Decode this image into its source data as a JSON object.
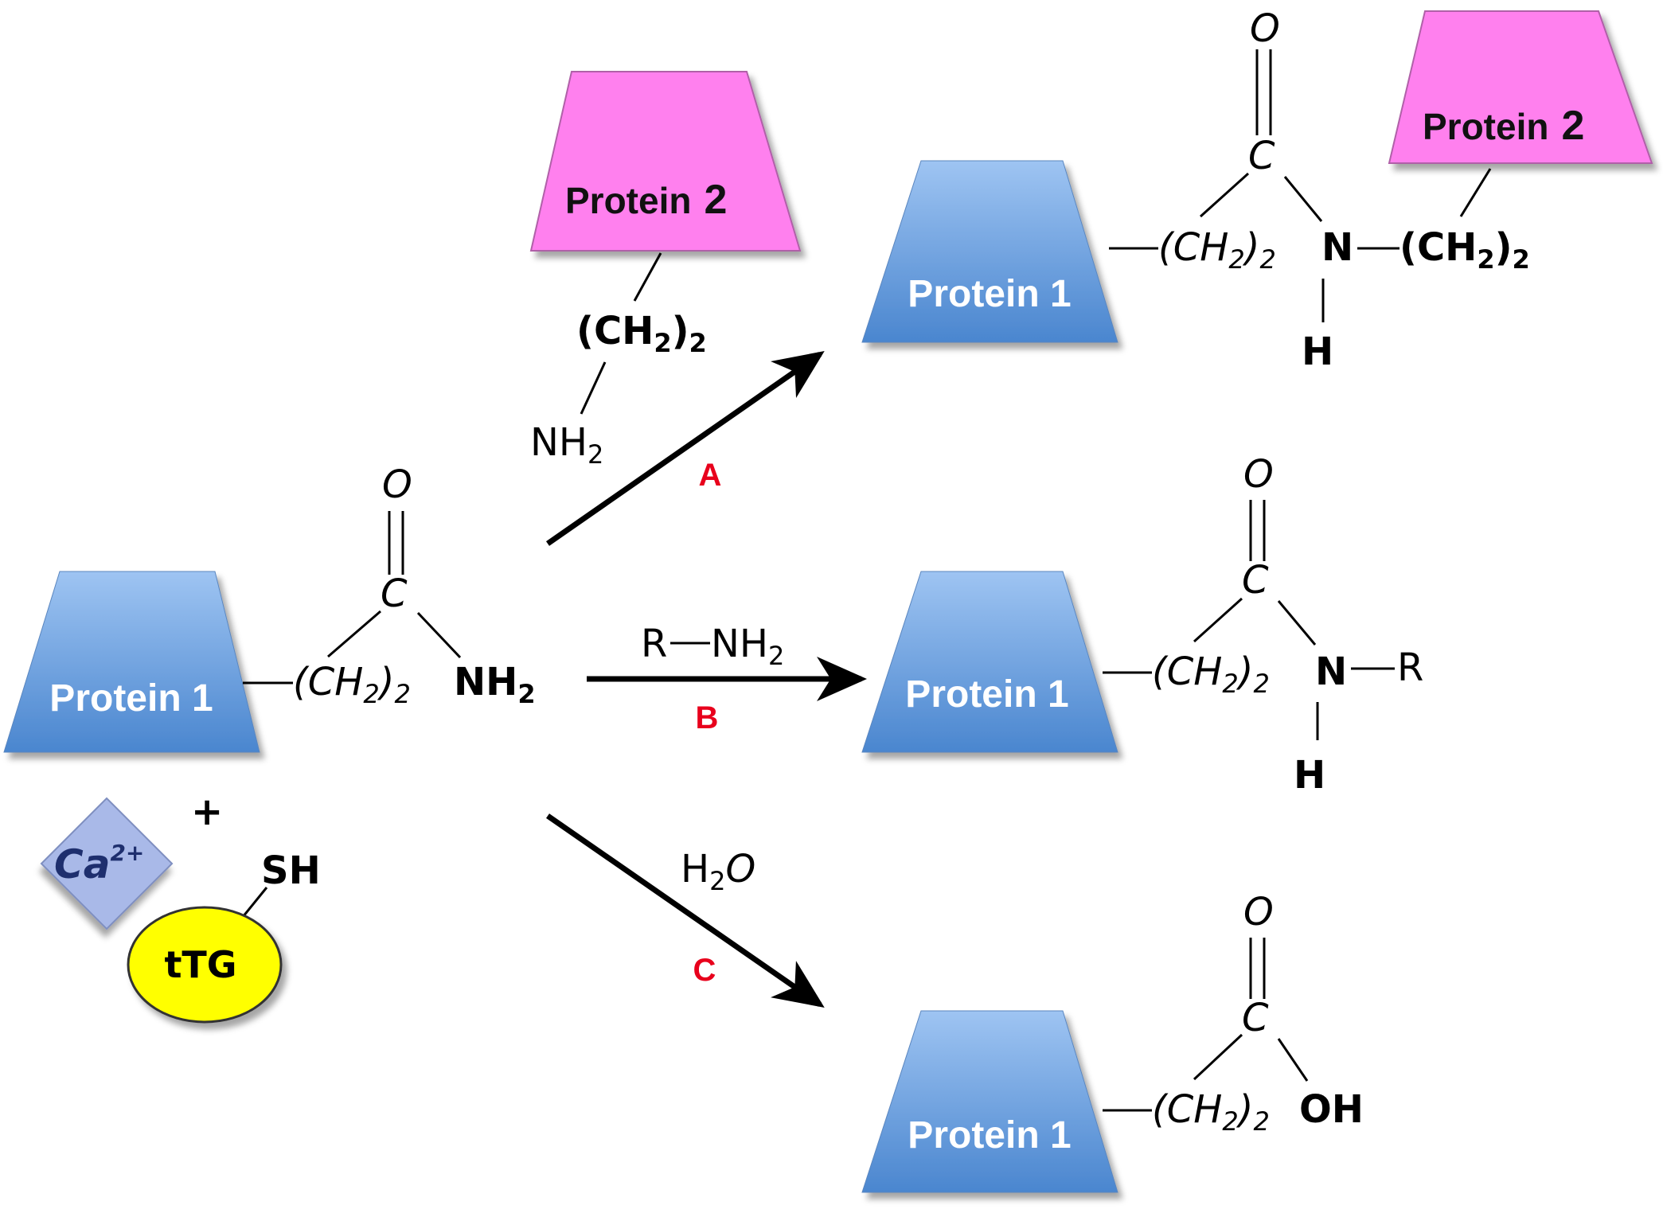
{
  "colors": {
    "protein1_top": "#9ec4f2",
    "protein1_bottom": "#4a86cf",
    "protein2": "#ff80ee",
    "tTG": "#ffff00",
    "calcium": "#a9b9e8",
    "reaction_label": "#e8001c",
    "arrow": "#000000"
  },
  "reactant": {
    "protein1": "Protein 1",
    "chain": "(CH",
    "chain_sub": "2",
    "chain_close": ")",
    "chain_sub2": "2",
    "carbon": "C",
    "oxygen": "O",
    "amide": "NH",
    "amide_sub": "2",
    "plus": "+",
    "calcium": "Ca",
    "calcium_sup": "2+",
    "thiol": "SH",
    "enzyme": "tTG"
  },
  "reactions": {
    "A": {
      "label": "A",
      "protein2": "Protein",
      "protein2_number": "2",
      "reagent_chain": "(CH",
      "reagent_chain_sub": "2",
      "reagent_chain_close": ")",
      "reagent_chain_sub2": "2",
      "reagent_amine": "NH",
      "reagent_amine_sub": "2",
      "product_protein1": "Protein 1",
      "product_protein2": "Protein",
      "product_protein2_number": "2",
      "product_N": "N",
      "product_H": "H"
    },
    "B": {
      "label": "B",
      "reagent_R": "R",
      "reagent_amine": "NH",
      "reagent_amine_sub": "2",
      "product_protein1": "Protein 1",
      "product_N": "N",
      "product_R": "R",
      "product_H": "H"
    },
    "C": {
      "label": "C",
      "reagent_H": "H",
      "reagent_sub": "2",
      "reagent_O": "O",
      "product_protein1": "Protein 1",
      "product_OH": "OH"
    }
  }
}
